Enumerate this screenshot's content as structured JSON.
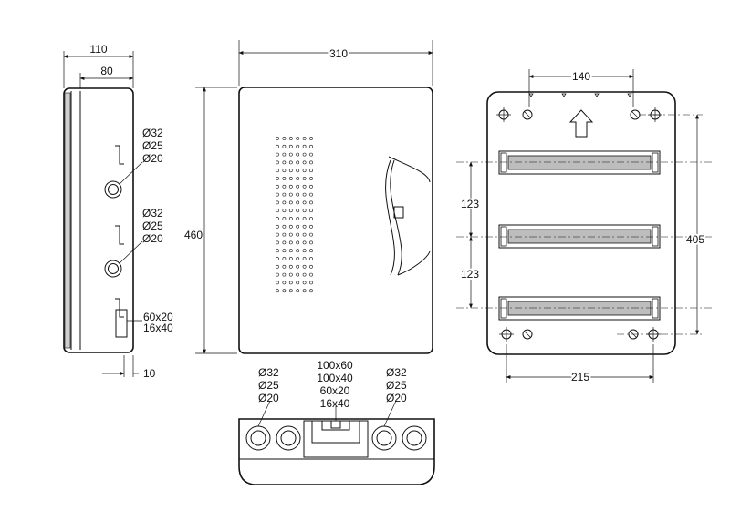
{
  "side_view": {
    "depth_total": "110",
    "depth_body": "80",
    "knockout_top": [
      "Ø32",
      "Ø25",
      "Ø20"
    ],
    "knockout_mid": [
      "Ø32",
      "Ø25",
      "Ø20"
    ],
    "slot_labels": [
      "60x20",
      "16x40"
    ],
    "bottom_offset": "10"
  },
  "front_view": {
    "width": "310",
    "height": "460"
  },
  "bottom_view": {
    "knockouts_left": [
      "Ø32",
      "Ø25",
      "Ø20"
    ],
    "center_slots": [
      "100x60",
      "100x40",
      "60x20",
      "16x40"
    ],
    "knockouts_right": [
      "Ø32",
      "Ø25",
      "Ø20"
    ]
  },
  "rear_view": {
    "top_hole_spacing": "140",
    "rail_pitch_upper": "123",
    "rail_pitch_lower": "123",
    "vertical_mount_spacing": "405",
    "bottom_hole_spacing": "215"
  }
}
